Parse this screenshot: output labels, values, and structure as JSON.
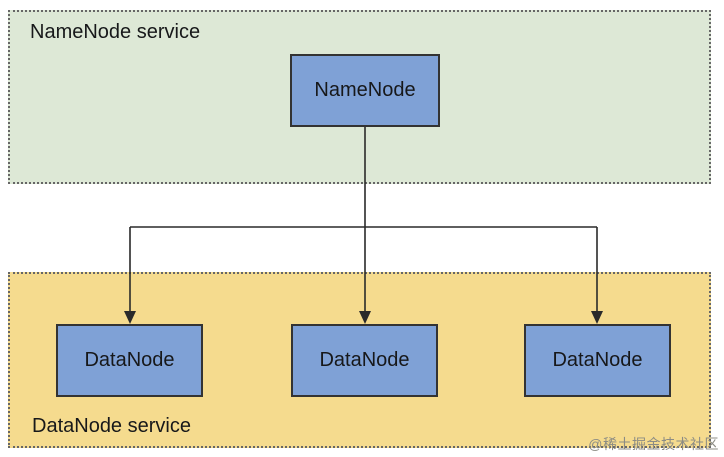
{
  "zones": {
    "namenode_service": {
      "label": "NameNode service"
    },
    "datanode_service": {
      "label": "DataNode service"
    }
  },
  "nodes": {
    "namenode": {
      "label": "NameNode"
    },
    "datanodes": [
      {
        "label": "DataNode"
      },
      {
        "label": "DataNode"
      },
      {
        "label": "DataNode"
      }
    ]
  },
  "watermark": {
    "text": "@稀土掘金技术社区"
  },
  "theme": {
    "background": "#ffffff",
    "namenode_zone_fill": "#dde8d6",
    "datanode_zone_fill": "#f5db8e",
    "zone_border": "#666666",
    "node_fill": "#7fa1d6",
    "node_border": "#333333",
    "line_color": "#2a2a2a",
    "text_color": "#17181a",
    "watermark_color": "#8c8c84"
  }
}
